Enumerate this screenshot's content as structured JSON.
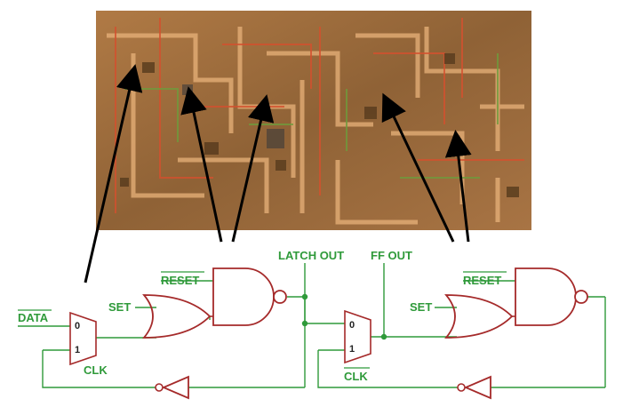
{
  "colors": {
    "wire": "#2f9a3a",
    "gate": "#a52a2a",
    "label": "#2f9a3a",
    "arrow": "#000000",
    "die_base": "#9a6a3a"
  },
  "latch": {
    "data_label": "DATA",
    "mux_in0": "0",
    "mux_in1": "1",
    "clk_label": "CLK",
    "set_label": "SET",
    "reset_label": "RESET",
    "output_label": "LATCH OUT"
  },
  "flipflop": {
    "mux_in0": "0",
    "mux_in1": "1",
    "clk_label": "CLK",
    "set_label": "SET",
    "reset_label": "RESET",
    "output_label": "FF OUT"
  }
}
